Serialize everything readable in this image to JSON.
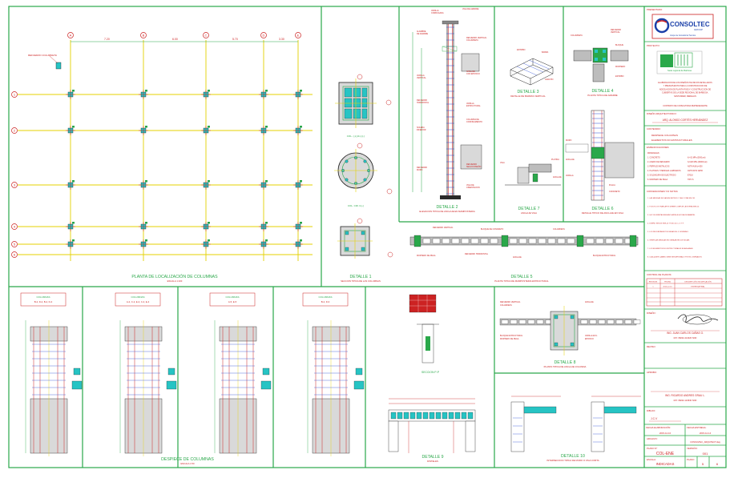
{
  "title_block": {
    "presented_by_label": "PRESENTADO:",
    "company": "CONSOLTEC",
    "company_sub": "GROUP",
    "company_tagline": "Grupo de Consultoría Técnica",
    "project_label": "PROYECTO:",
    "project_logo_text": "Sede regional de Barbosa",
    "project_desc_lines": [
      "ELABORACION DE LOS DISEÑOS TECNICOS DETALLADOS",
      "Y PRESUPUESTO PARA LA CONSTRUCCION DE",
      "ADECUACION DE PLANTA FISICA Y CONSTRUCCION DE",
      "CUBIERTAS DE LA SEDE REGIONAL DE BARBOSA,",
      "SANTANDER, MEDELLIN"
    ],
    "project_desc_footer": "CONTRATO DE CONSULTORIA PERTENECIENTE",
    "architect_label": "DISEÑO ARQUITECTONICO:",
    "architect_name": "ARQ. ALONSO CORTÉS HERNÁNDEZ",
    "content_label": "CONTENIDO:",
    "content_lines": [
      "DESPIECE COLUMNAS",
      "ELEMENTOS NO ESTRUCTURALES"
    ],
    "specs_label": "ESPECIFICACIONES:",
    "specs_lines": [
      "MATERIALES:",
      "1. CONCRETO",
      "2. ACERO DE REFUERZO",
      "3. PERFILES METALICOS",
      "4. PLATINAS Y PERFILES LAMINADOS",
      "5. SOLDADURA DE ELECTRODO",
      "6. MORTERO DE PEGA"
    ],
    "specs_values": [
      "",
      "fc'=21 MPa (3000 psi)",
      "fy=420 MPa (60000 psi)",
      "ASTM A36 fy=250",
      "ASTM A572 GR50",
      "E7018",
      "TIPO S"
    ],
    "notes_label": "CONVENCIONES Y/O NOTAS:",
    "notes_lines": [
      "1. LAS MEDIDAS SE DAN EN METROS Y LAS COTAS EN CM.",
      "2. TODOS LOS TRASLAPOS DEBEN CUMPLIR LA NORMA NSR-10.",
      "3. LA COLUMNETA DEBE ANCLARSE A LA VIGA DE AMARRE.",
      "4. DISEÑO SEGUN NSR-10 TITULO A, C, D Y F.",
      "5. LOS RECUBRIMIENTOS SERAN DE 4 CM MINIMO.",
      "6. VERIFICAR MEDIDAS EN OBRA ANTES DE INICIAR.",
      "7. LOS ELEMENTOS NO ESTRUCTURALES SE AISLARAN.",
      "8. CUALQUIER CAMBIO DEBE SER APROBADO POR EL DISEÑADOR."
    ],
    "control_label": "CONTROL DE PLANOS:",
    "control_headers": [
      "REVISION",
      "FECHA",
      "DESCRIPCIÓN / MODIFICACIÓN"
    ],
    "control_rows": [
      [
        "1",
        "2015-12-10",
        "ENTREGA FINAL"
      ]
    ],
    "design_label": "DISEÑO:",
    "designer_name": "ING. JUAN CARLOS CAÑAS G.",
    "designer_mp": "M.P. 68202-414026 SND",
    "review_label": "REVISO:",
    "approved_label": "APROBO:",
    "approver_name": "ING. RICARDO ANDRES GRAU L.",
    "approver_mp": "M.P. 68202-124630 SND",
    "drawing_label": "DIBUJO:",
    "drawing_value": "J.C.V",
    "date_elab_label": "FECHA ELABORACIÓN:",
    "date_elab_value": "2015-12-10",
    "date_deliv_label": "FECHA ENTREGA:",
    "date_deliv_value": "2015-12-14",
    "file_label": "ARCHIVO:",
    "file_value": "CONSOLTEC_ARQUITECT.dwg",
    "plan_label": "PLANO N°",
    "plan_value": "COL-ENE",
    "version_label": "VERSIÓN:",
    "version_value": "001",
    "scale_label": "ESCALA:",
    "scale_value": "INDICADAS",
    "sheet_label": "PLANO",
    "sheet_value": "5",
    "sheet_of": "6"
  },
  "plan": {
    "title": "PLANTA DE LOCALIZACIÓN DE COLUMNAS",
    "scale": "ESCALA 1:100",
    "axis_letters": [
      "A",
      "B",
      "C",
      "D",
      "E"
    ],
    "axis_numbers": [
      "1",
      "2",
      "3",
      "4",
      "5",
      "6"
    ],
    "note_label": "REFUERZO COLUMNETA"
  },
  "details": {
    "d1_title": "DETALLE 1",
    "d1_sub": "SECCION TIPICA DE LAS COLUMNAS",
    "d1_sec1": "COL. (-)(-)0-(-)(-)",
    "d1_sec2": "COL. CIR. 0-(-)",
    "d2_title": "DETALLE 2",
    "d2_sub": "ELEVACION TIPICA DE ANCLAJE EN MAMPOSTERIA",
    "d3_title": "DETALLE 3",
    "d3_sub": "DETALLE DE BARRAS VERTICAL",
    "d4_title": "DETALLE 4",
    "d4_sub": "PLANTA TIPICA DE AMARRE",
    "d5_title": "DETALLE 5",
    "d5_sub": "PLANTA TIPICA DE MAMPOSTERIA ESTRUCTURAL",
    "d6_title": "DETALLE 6",
    "d6_sub": "DETALLE TIPICO DE ANCLAJE EN VIGA",
    "d7_title": "DETALLE 7",
    "d7_sub": "ANCLAJE VIGA",
    "d8_title": "DETALLE 8",
    "d8_sub": "PLANTA TIPICA DE ANCLAJE COLUMNA",
    "d9_title": "DETALLE 9",
    "d9_sub": "DINTELES",
    "d10_title": "DETALLE 10",
    "d10_sub": "INTERSECCION TIPICA DE MURO O VIGA CORTA",
    "section_label": "SECCION P-P",
    "columns_title": "DESPIECE DE COLUMNAS",
    "columns_scale": "ESCALA 1:50",
    "column_groups": [
      {
        "name": "COLUMNAS",
        "ids": "B-2, D-2, B-4, D-4"
      },
      {
        "name": "COLUMNAS",
        "ids": "A-2, C-2, E-2, C-4, E-4"
      },
      {
        "name": "COLUMNAS",
        "ids": "A-5, E-5"
      },
      {
        "name": "COLUMNAS",
        "ids": "B-2, D-3"
      }
    ]
  }
}
